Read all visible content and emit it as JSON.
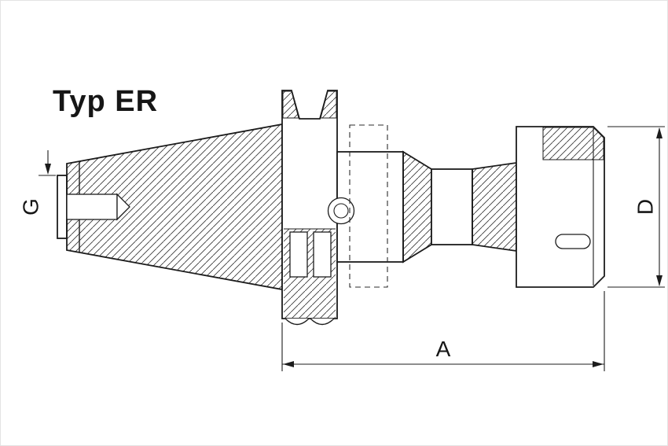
{
  "title": {
    "text": "Typ ER"
  },
  "dimension_labels": {
    "thread": "G",
    "nut_diameter": "D",
    "projection_length": "A"
  },
  "colors": {
    "background": "#ffffff",
    "line": "#1c1c1c",
    "hatch": "#3a3a3a"
  }
}
